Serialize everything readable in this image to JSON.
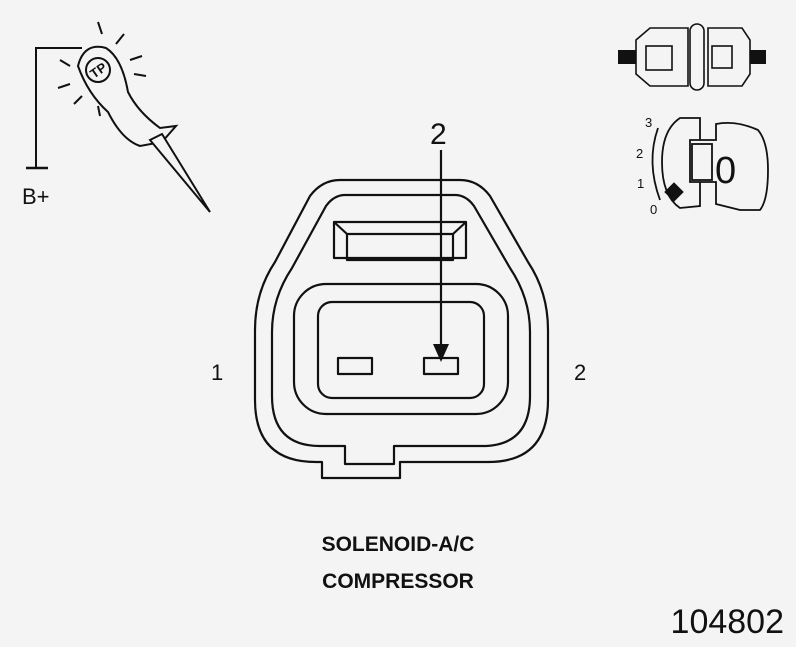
{
  "diagram": {
    "connector": {
      "pin_left_label": "1",
      "pin_right_label": "2",
      "callout_label": "2"
    },
    "test_light": {
      "logo_text": "TP",
      "supply_label": "B+"
    },
    "ignition_key": {
      "positions": [
        "3",
        "2",
        "1",
        "0"
      ],
      "current_position": "0"
    },
    "caption": {
      "line1": "SOLENOID-A/C",
      "line2": "COMPRESSOR"
    },
    "figure_number": "104802"
  }
}
